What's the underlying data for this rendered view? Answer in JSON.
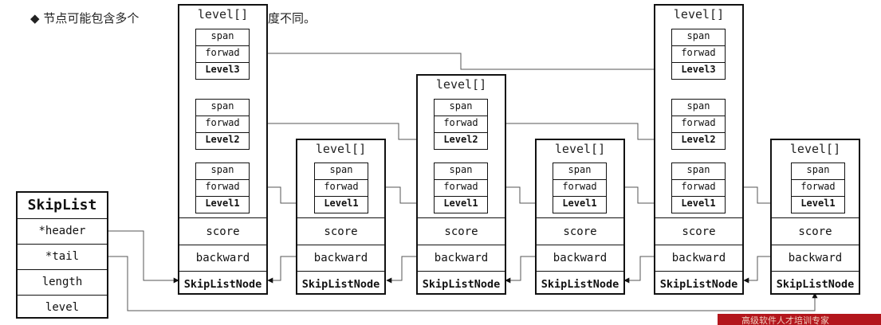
{
  "intro": {
    "bullet": "◆",
    "text_start": "节点可能包含多个",
    "text_end": "度不同。"
  },
  "skiplist": {
    "title": "SkipList",
    "fields": [
      "*header",
      "*tail",
      "length",
      "level"
    ]
  },
  "node_labels": {
    "level_array": "level[]",
    "span": "span",
    "forward": "forwad",
    "score": "score",
    "backward": "backward",
    "node": "SkipListNode"
  },
  "nodes": [
    {
      "levels": [
        "Level3",
        "Level2",
        "Level1"
      ]
    },
    {
      "levels": [
        "Level1"
      ]
    },
    {
      "levels": [
        "Level2",
        "Level1"
      ]
    },
    {
      "levels": [
        "Level1"
      ]
    },
    {
      "levels": [
        "Level3",
        "Level2",
        "Level1"
      ]
    },
    {
      "levels": [
        "Level1"
      ]
    }
  ],
  "banner": "高级软件人才培训专家"
}
